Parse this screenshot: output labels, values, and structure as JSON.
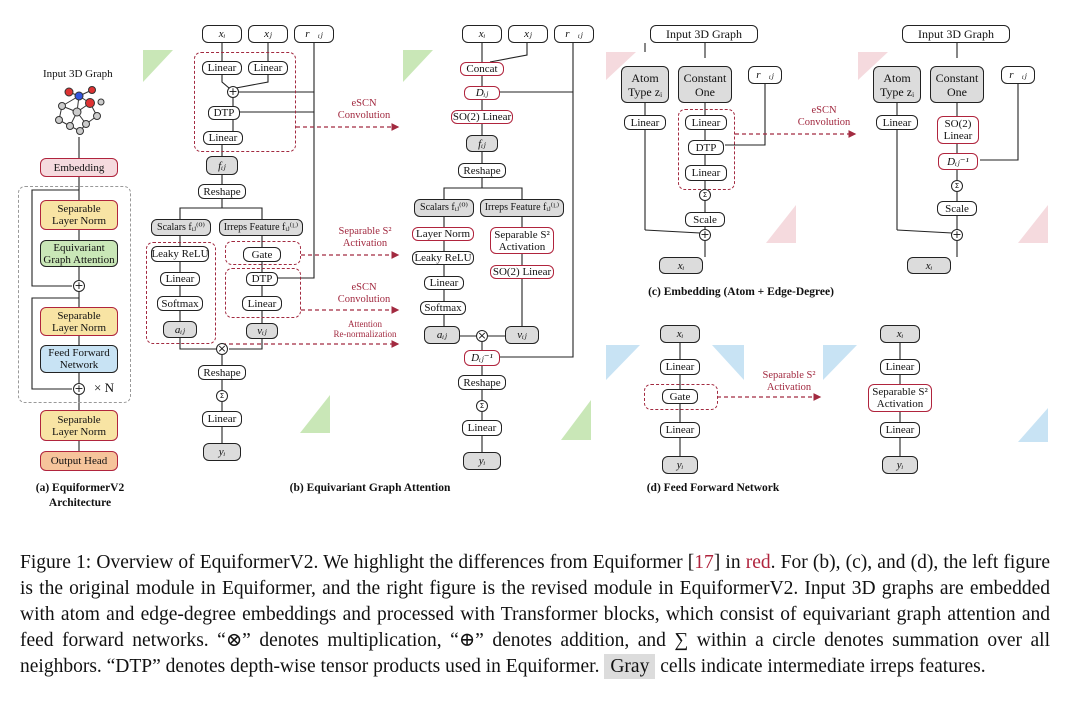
{
  "a": {
    "title": "Input 3D Graph",
    "embedding": "Embedding",
    "sep_ln_1": "Separable\nLayer Norm",
    "ega": "Equivariant\nGraph Attention",
    "sep_ln_2": "Separable\nLayer Norm",
    "ffn": "Feed Forward\nNetwork",
    "times_n": "× N",
    "sep_ln_3": "Separable\nLayer Norm",
    "out_head": "Output Head",
    "caption_1": "(a) EquiformerV2",
    "caption_2": "Architecture"
  },
  "b": {
    "caption": "(b) Equivariant Graph Attention",
    "xi": "xᵢ",
    "xj": "xⱼ",
    "rij": "r⃗ᵢⱼ",
    "linear": "Linear",
    "dtp": "DTP",
    "fij": "fᵢⱼ",
    "reshape": "Reshape",
    "scalars": "Scalars fᵢⱼ⁽⁰⁾",
    "irreps": "Irreps Feature fᵢⱼ⁽ᴸ⁾",
    "leaky": "Leaky ReLU",
    "softmax": "Softmax",
    "aij": "aᵢⱼ",
    "gate": "Gate",
    "vij": "vᵢⱼ",
    "yi": "yᵢ",
    "concat": "Concat",
    "dij": "Dᵢⱼ",
    "so2": "SO(2) Linear",
    "layer_norm": "Layer Norm",
    "sep_s2": "Separable S²\nActivation",
    "dinv": "Dᵢⱼ⁻¹",
    "esc_label": "eSCN\nConvolution",
    "s2_label": "Separable S²\nActivation",
    "esc_label_2": "eSCN\nConvolution",
    "attn_label": "Attention\nRe-normalization"
  },
  "c": {
    "caption": "(c) Embedding (Atom + Edge-Degree)",
    "input": "Input 3D Graph",
    "atom": "Atom\nType zᵢ",
    "const": "Constant\nOne",
    "rij": "r⃗ᵢⱼ",
    "linear": "Linear",
    "dtp": "DTP",
    "scale": "Scale",
    "xi": "xᵢ",
    "so2": "SO(2)\nLinear",
    "dinv": "Dᵢⱼ⁻¹",
    "esc_label": "eSCN\nConvolution"
  },
  "d": {
    "caption": "(d) Feed Forward Network",
    "xi": "xᵢ",
    "linear": "Linear",
    "gate": "Gate",
    "yi": "yᵢ",
    "sep_s2": "Separable S²\nActivation",
    "s2_label": "Separable S²\nActivation"
  },
  "caption": {
    "p1": "Figure 1: Overview of EquiformerV2. We highlight the differences from Equiformer [",
    "ref": "17",
    "p2": "] in ",
    "red": "red",
    "p3": ". For (b), (c), and (d), the left figure is the original module in Equiformer, and the right figure is the revised module in EquiformerV2. Input 3D graphs are embedded with atom and edge-degree embeddings and processed with Transformer blocks, which consist of equivariant graph attention and feed forward networks. “⊗” denotes multiplication, “⊕” denotes addition, and ∑ within a circle denotes summation over all neighbors. “DTP” denotes depth-wise tensor products used in Equiformer.",
    "gray": "Gray",
    "p4": " cells indicate intermediate irreps features."
  },
  "colors": {
    "red": "#b0243d",
    "gray_cell": "#dcdcdc",
    "green": "#c9e7b7",
    "blue": "#c8e3f4",
    "yellow": "#f8e4a4",
    "orange": "#f6c49b",
    "pink": "#f5dade"
  }
}
